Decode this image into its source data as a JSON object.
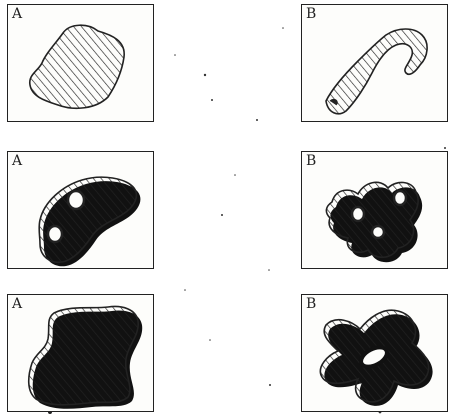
{
  "panels": [
    {
      "label": "A",
      "shape": "plain-blob"
    },
    {
      "label": "B",
      "shape": "hook-blob"
    },
    {
      "label": "A",
      "shape": "blob-with-two-holes"
    },
    {
      "label": "B",
      "shape": "lobed-blob-with-three-holes"
    },
    {
      "label": "A",
      "shape": "boot-blob"
    },
    {
      "label": "B",
      "shape": "cross-blob-with-one-hole"
    }
  ],
  "colors": {
    "ink": "#222222",
    "paper": "#fdfdfb"
  }
}
